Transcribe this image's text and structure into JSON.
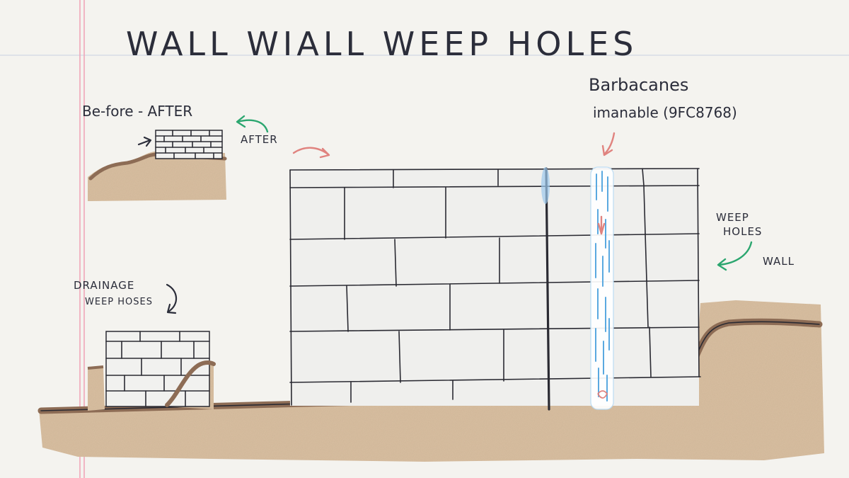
{
  "title": "WALL WIALL WEEP HOLES",
  "labels": {
    "before_after": "Be-fore - AFTER",
    "after": "AFTER",
    "barbacanes": "Barbacanes",
    "imanable": "imanable (9FC8768)",
    "weep": "WEEP",
    "holes": "HOLES",
    "wall": "WALL",
    "drainage": "DRAINAGE",
    "weep_hoses": "WEEP HOSES"
  },
  "colors": {
    "paper": "#f4f3ef",
    "soil": "#d8bea0",
    "soil_dark": "#8d6c55",
    "water": "#5aa9e0",
    "margin_line": "#f0a6b8",
    "ruled_line": "#d7dde6",
    "arrow_red": "#e0837f",
    "arrow_green": "#2ba66f"
  }
}
